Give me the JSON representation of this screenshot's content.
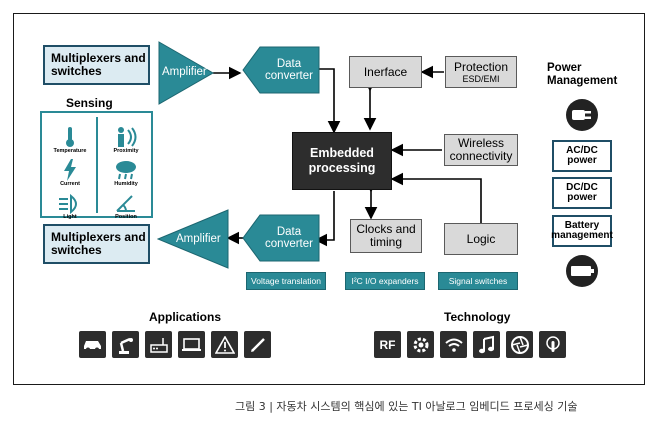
{
  "left": {
    "mux_top": "Multiplexers and switches",
    "mux_bottom": "Multiplexers and switches",
    "sensing_title": "Sensing",
    "sensors": [
      {
        "label": "Temperature",
        "icon": "thermometer-icon"
      },
      {
        "label": "Proximity",
        "icon": "proximity-icon"
      },
      {
        "label": "Current",
        "icon": "lightning-icon"
      },
      {
        "label": "Humidity",
        "icon": "cloud-rain-icon"
      },
      {
        "label": "Light",
        "icon": "headlight-icon"
      },
      {
        "label": "Position",
        "icon": "position-icon"
      }
    ]
  },
  "blocks": {
    "amplifier_top": "Amplifier",
    "data_converter_top": "Data converter",
    "amplifier_bottom": "Amplifier",
    "data_converter_bottom": "Data converter",
    "interface": "Inerface",
    "protection_line1": "Protection",
    "protection_line2": "ESD/EMI",
    "embedded": "Embedded processing",
    "wireless": "Wireless connectivity",
    "clocks": "Clocks and timing",
    "logic": "Logic",
    "voltage_translation": "Voltage translation",
    "io_expanders": "I²C I/O expanders",
    "signal_switches": "Signal switches"
  },
  "power": {
    "title": "Power Management",
    "plug_icon": "power-plug-icon",
    "ac_dc": "AC/DC power",
    "dc_dc": "DC/DC power",
    "battery": "Battery management",
    "battery_icon": "battery-icon"
  },
  "applications": {
    "title": "Applications",
    "icons": [
      "car-icon",
      "robot-arm-icon",
      "router-icon",
      "laptop-icon",
      "warning-icon",
      "pen-icon"
    ]
  },
  "technology": {
    "title": "Technology",
    "rf_label": "RF",
    "icons": [
      "rf-icon",
      "gear-icon",
      "wifi-icon",
      "music-icon",
      "aperture-icon",
      "touch-icon"
    ]
  },
  "caption": "그림 3 | 자동차 시스템의 핵심에 있는 TI 아날로그 임베디드 프로세싱 기술",
  "colors": {
    "teal": "#2a8a96",
    "dark_blue": "#1f4e66",
    "light_blue": "#dcebf2",
    "gray_block": "#d9d9d9",
    "embedded": "#2d2d2d"
  }
}
